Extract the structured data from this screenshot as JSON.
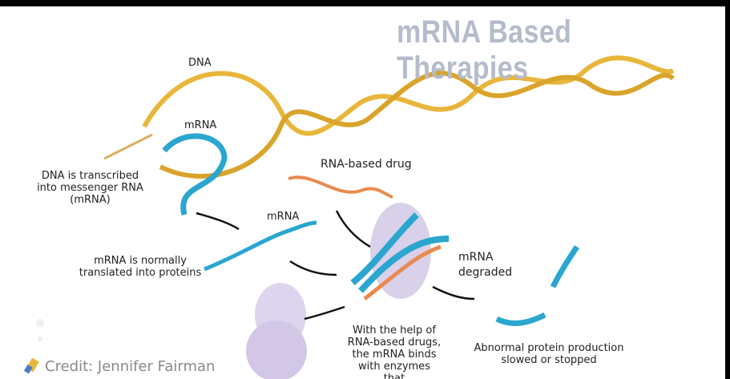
{
  "title": "mRNA Based Therapies",
  "labels": {
    "dna": "DNA",
    "mrna_top": "mRNA",
    "transcribed": "DNA is transcribed into messenger RNA (mRNA)",
    "rna_drug": "RNA-based drug",
    "mrna_mid": "mRNA",
    "translated": "mRNA is normally translated into proteins",
    "mrna_degraded": "mRNA degraded",
    "help": "With the help of RNA-based drugs, the mRNA binds with enzymes that",
    "abnormal": "Abnormal protein production slowed or stopped"
  },
  "credit": "Credit: Jennifer Fairman",
  "colors": {
    "title": "#b4bccb",
    "dna": "#e8b63a",
    "mrna": "#2aa6cf",
    "ribosome": "#d9d0ea"
  }
}
